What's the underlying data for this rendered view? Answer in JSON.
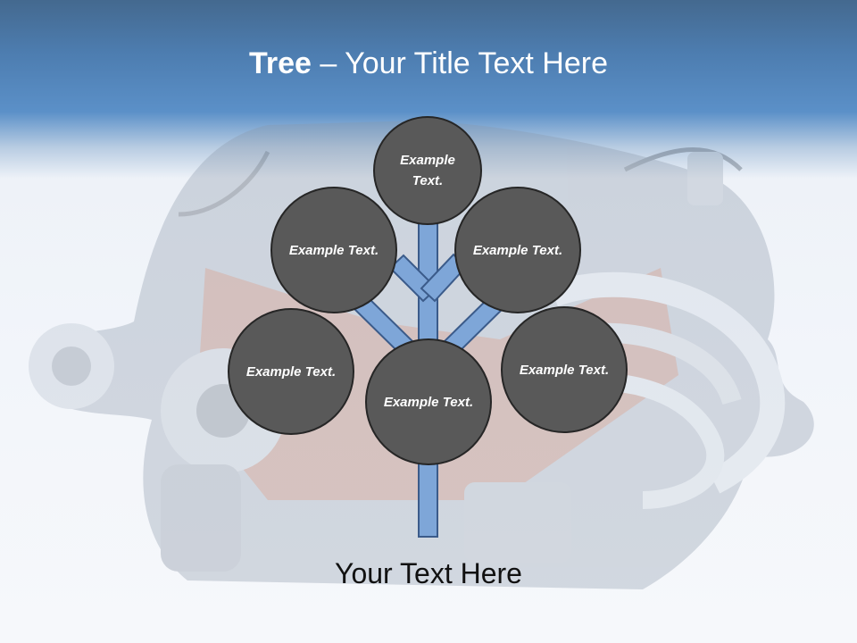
{
  "slide": {
    "title_bold": "Tree",
    "title_rest": " – Your Title Text Here",
    "caption": "Your Text Here"
  },
  "nodes": [
    {
      "label": "Example Text."
    },
    {
      "label": "Example Text."
    },
    {
      "label": "Example Text."
    },
    {
      "label": "Example Text."
    },
    {
      "label": "Example Text."
    },
    {
      "label": "Example Text."
    }
  ],
  "colors": {
    "header_blue": "#4d7db0",
    "node_fill": "#595959",
    "node_border": "#262626",
    "branch_fill": "#7ea6d8",
    "branch_border": "#3b5b8a"
  },
  "background_image": "engine-photo"
}
